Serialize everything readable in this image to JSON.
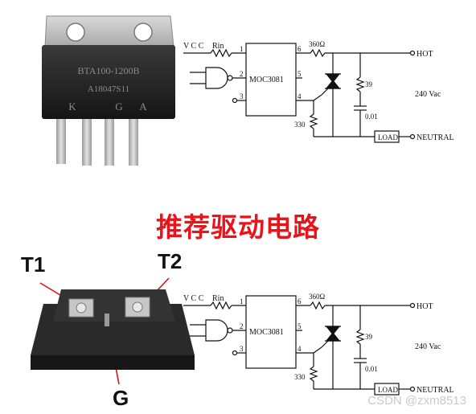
{
  "package_top": {
    "marking_line1": "BTA100-1200B",
    "marking_line2": "A18047S11",
    "pin_letters": [
      "K",
      "G",
      "A"
    ]
  },
  "schematic": {
    "vcc": "V C C",
    "rin": "Rin",
    "ic": "MOC3081",
    "pin1": "1",
    "pin2": "2",
    "pin3": "3",
    "pin4": "4",
    "pin5": "5",
    "pin6": "6",
    "r_top": "360Ω",
    "r_snubber": "39",
    "r_gate": "330",
    "c_snubber": "0.01",
    "load": "LOAD",
    "hot": "HOT",
    "neutral": "NEUTRAL",
    "supply": "240 Vac"
  },
  "center_title": "推荐驱动电路",
  "module_terminals": {
    "t1": "T1",
    "t2": "T2",
    "g": "G"
  },
  "watermark": "CSDN @zxm8513",
  "colors": {
    "title": "#e8141b",
    "black": "#111111",
    "tab": "#c8c8c8"
  }
}
